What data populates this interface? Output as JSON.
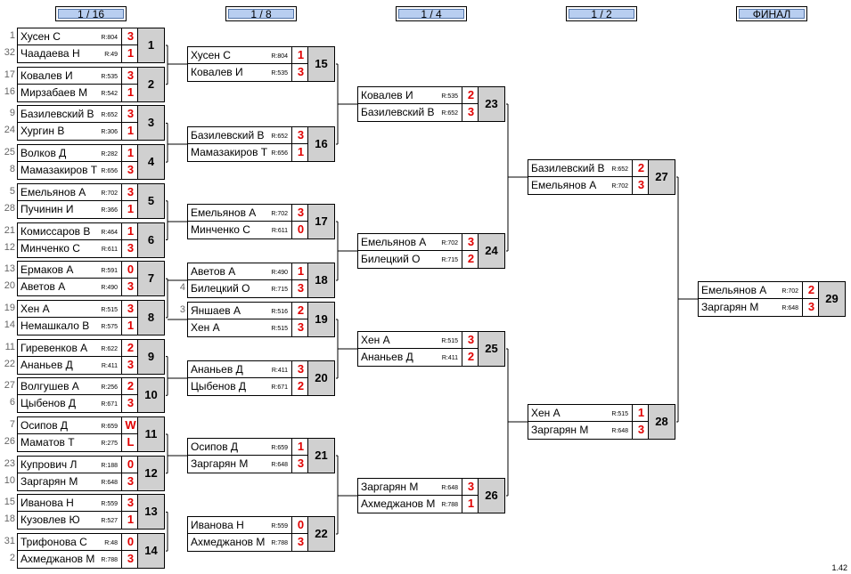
{
  "rounds": [
    "1 / 16",
    "1 / 8",
    "1 / 4",
    "1 / 2",
    "ФИНАЛ"
  ],
  "version": "1.42",
  "matches": [
    {
      "num": "1",
      "p1": {
        "seed": "1",
        "name": "Хусен С",
        "rating": "R:804",
        "score": "3"
      },
      "p2": {
        "seed": "32",
        "name": "Чаадаева Н",
        "rating": "R:49",
        "score": "1"
      }
    },
    {
      "num": "2",
      "p1": {
        "seed": "17",
        "name": "Ковалев И",
        "rating": "R:535",
        "score": "3"
      },
      "p2": {
        "seed": "16",
        "name": "Мирзабаев М",
        "rating": "R:542",
        "score": "1"
      }
    },
    {
      "num": "3",
      "p1": {
        "seed": "9",
        "name": "Базилевский В",
        "rating": "R:652",
        "score": "3"
      },
      "p2": {
        "seed": "24",
        "name": "Хургин В",
        "rating": "R:306",
        "score": "1"
      }
    },
    {
      "num": "4",
      "p1": {
        "seed": "25",
        "name": "Волков Д",
        "rating": "R:282",
        "score": "1"
      },
      "p2": {
        "seed": "8",
        "name": "Мамазакиров Т",
        "rating": "R:656",
        "score": "3"
      }
    },
    {
      "num": "5",
      "p1": {
        "seed": "5",
        "name": "Емельянов А",
        "rating": "R:702",
        "score": "3"
      },
      "p2": {
        "seed": "28",
        "name": "Пучинин И",
        "rating": "R:366",
        "score": "1"
      }
    },
    {
      "num": "6",
      "p1": {
        "seed": "21",
        "name": "Комиссаров В",
        "rating": "R:464",
        "score": "1"
      },
      "p2": {
        "seed": "12",
        "name": "Минченко С",
        "rating": "R:611",
        "score": "3"
      }
    },
    {
      "num": "7",
      "p1": {
        "seed": "13",
        "name": "Ермаков А",
        "rating": "R:591",
        "score": "0"
      },
      "p2": {
        "seed": "20",
        "name": "Аветов А",
        "rating": "R:490",
        "score": "3"
      }
    },
    {
      "num": "8",
      "p1": {
        "seed": "19",
        "name": "Хен А",
        "rating": "R:515",
        "score": "3"
      },
      "p2": {
        "seed": "14",
        "name": "Немашкало В",
        "rating": "R:575",
        "score": "1"
      }
    },
    {
      "num": "9",
      "p1": {
        "seed": "11",
        "name": "Гиревенков А",
        "rating": "R:622",
        "score": "2"
      },
      "p2": {
        "seed": "22",
        "name": "Ананьев Д",
        "rating": "R:411",
        "score": "3"
      }
    },
    {
      "num": "10",
      "p1": {
        "seed": "27",
        "name": "Волгушев А",
        "rating": "R:256",
        "score": "2"
      },
      "p2": {
        "seed": "6",
        "name": "Цыбенов Д",
        "rating": "R:671",
        "score": "3"
      }
    },
    {
      "num": "11",
      "p1": {
        "seed": "7",
        "name": "Осипов Д",
        "rating": "R:659",
        "score": "W"
      },
      "p2": {
        "seed": "26",
        "name": "Маматов Т",
        "rating": "R:275",
        "score": "L"
      }
    },
    {
      "num": "12",
      "p1": {
        "seed": "23",
        "name": "Купрович Л",
        "rating": "R:188",
        "score": "0"
      },
      "p2": {
        "seed": "10",
        "name": "Заргарян М",
        "rating": "R:648",
        "score": "3"
      }
    },
    {
      "num": "13",
      "p1": {
        "seed": "15",
        "name": "Иванова Н",
        "rating": "R:559",
        "score": "3"
      },
      "p2": {
        "seed": "18",
        "name": "Кузовлев Ю",
        "rating": "R:527",
        "score": "1"
      }
    },
    {
      "num": "14",
      "p1": {
        "seed": "31",
        "name": "Трифонова С",
        "rating": "R:48",
        "score": "0"
      },
      "p2": {
        "seed": "2",
        "name": "Ахмеджанов М",
        "rating": "R:788",
        "score": "3"
      }
    },
    {
      "num": "15",
      "p1": {
        "seed": "",
        "name": "Хусен С",
        "rating": "R:804",
        "score": "1"
      },
      "p2": {
        "seed": "",
        "name": "Ковалев И",
        "rating": "R:535",
        "score": "3"
      }
    },
    {
      "num": "16",
      "p1": {
        "seed": "",
        "name": "Базилевский В",
        "rating": "R:652",
        "score": "3"
      },
      "p2": {
        "seed": "",
        "name": "Мамазакиров Т",
        "rating": "R:656",
        "score": "1"
      }
    },
    {
      "num": "17",
      "p1": {
        "seed": "",
        "name": "Емельянов А",
        "rating": "R:702",
        "score": "3"
      },
      "p2": {
        "seed": "",
        "name": "Минченко С",
        "rating": "R:611",
        "score": "0"
      }
    },
    {
      "num": "18",
      "p1": {
        "seed": "",
        "name": "Аветов А",
        "rating": "R:490",
        "score": "1"
      },
      "p2": {
        "seed": "4",
        "name": "Билецкий О",
        "rating": "R:715",
        "score": "3"
      }
    },
    {
      "num": "19",
      "p1": {
        "seed": "3",
        "name": "Яншаев А",
        "rating": "R:516",
        "score": "2"
      },
      "p2": {
        "seed": "",
        "name": "Хен А",
        "rating": "R:515",
        "score": "3"
      }
    },
    {
      "num": "20",
      "p1": {
        "seed": "",
        "name": "Ананьев Д",
        "rating": "R:411",
        "score": "3"
      },
      "p2": {
        "seed": "",
        "name": "Цыбенов Д",
        "rating": "R:671",
        "score": "2"
      }
    },
    {
      "num": "21",
      "p1": {
        "seed": "",
        "name": "Осипов Д",
        "rating": "R:659",
        "score": "1"
      },
      "p2": {
        "seed": "",
        "name": "Заргарян М",
        "rating": "R:648",
        "score": "3"
      }
    },
    {
      "num": "22",
      "p1": {
        "seed": "",
        "name": "Иванова Н",
        "rating": "R:559",
        "score": "0"
      },
      "p2": {
        "seed": "",
        "name": "Ахмеджанов М",
        "rating": "R:788",
        "score": "3"
      }
    },
    {
      "num": "23",
      "p1": {
        "seed": "",
        "name": "Ковалев И",
        "rating": "R:535",
        "score": "2"
      },
      "p2": {
        "seed": "",
        "name": "Базилевский В",
        "rating": "R:652",
        "score": "3"
      }
    },
    {
      "num": "24",
      "p1": {
        "seed": "",
        "name": "Емельянов А",
        "rating": "R:702",
        "score": "3"
      },
      "p2": {
        "seed": "",
        "name": "Билецкий О",
        "rating": "R:715",
        "score": "2"
      }
    },
    {
      "num": "25",
      "p1": {
        "seed": "",
        "name": "Хен А",
        "rating": "R:515",
        "score": "3"
      },
      "p2": {
        "seed": "",
        "name": "Ананьев Д",
        "rating": "R:411",
        "score": "2"
      }
    },
    {
      "num": "26",
      "p1": {
        "seed": "",
        "name": "Заргарян М",
        "rating": "R:648",
        "score": "3"
      },
      "p2": {
        "seed": "",
        "name": "Ахмеджанов М",
        "rating": "R:788",
        "score": "1"
      }
    },
    {
      "num": "27",
      "p1": {
        "seed": "",
        "name": "Базилевский В",
        "rating": "R:652",
        "score": "2"
      },
      "p2": {
        "seed": "",
        "name": "Емельянов А",
        "rating": "R:702",
        "score": "3"
      }
    },
    {
      "num": "28",
      "p1": {
        "seed": "",
        "name": "Хен А",
        "rating": "R:515",
        "score": "1"
      },
      "p2": {
        "seed": "",
        "name": "Заргарян М",
        "rating": "R:648",
        "score": "3"
      }
    },
    {
      "num": "29",
      "p1": {
        "seed": "",
        "name": "Емельянов А",
        "rating": "R:702",
        "score": "2"
      },
      "p2": {
        "seed": "",
        "name": "Заргарян М",
        "rating": "R:648",
        "score": "3"
      }
    }
  ]
}
